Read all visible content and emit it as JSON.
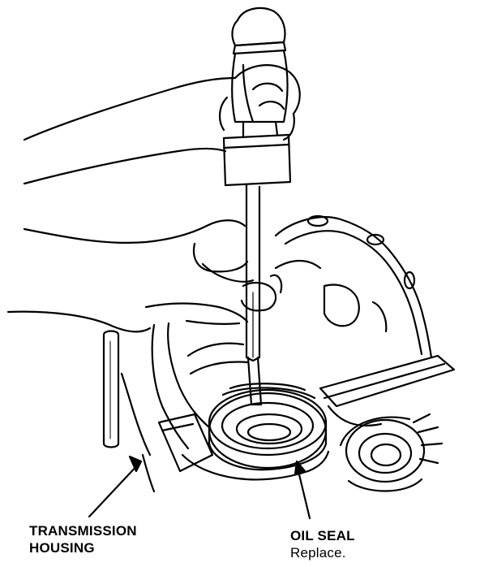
{
  "labels": {
    "housing_line1": "TRANSMISSION",
    "housing_line2": "HOUSING",
    "seal_title": "OIL SEAL",
    "seal_note": "Replace."
  },
  "colors": {
    "ink": "#000000",
    "paper": "#ffffff"
  }
}
